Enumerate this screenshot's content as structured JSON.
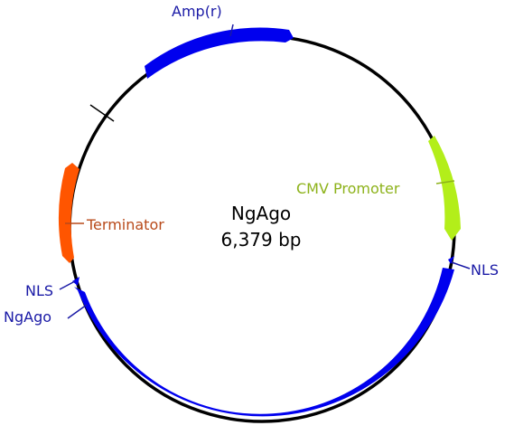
{
  "plasmid": {
    "name": "NgAgo",
    "length": "6,379 bp"
  },
  "features": [
    {
      "id": "amp",
      "label": "Amp(r)",
      "color": "#0000ee",
      "label_color": "#1a1aa6"
    },
    {
      "id": "cmv",
      "label": "CMV Promoter",
      "color": "#b3ee1a",
      "label_color": "#8db21a"
    },
    {
      "id": "nls_right",
      "label": "NLS",
      "color": "#0000ee",
      "label_color": "#1a1aa6"
    },
    {
      "id": "ngago",
      "label": "NgAgo",
      "color": "#0000ee",
      "label_color": "#1a1aa6"
    },
    {
      "id": "nls_left",
      "label": "NLS",
      "color": "#0000ee",
      "label_color": "#1a1aa6"
    },
    {
      "id": "terminator",
      "label": "Terminator",
      "color": "#ff5500",
      "label_color": "#b84a1a"
    }
  ],
  "colors": {
    "backbone": "#000000",
    "background": "#ffffff"
  }
}
